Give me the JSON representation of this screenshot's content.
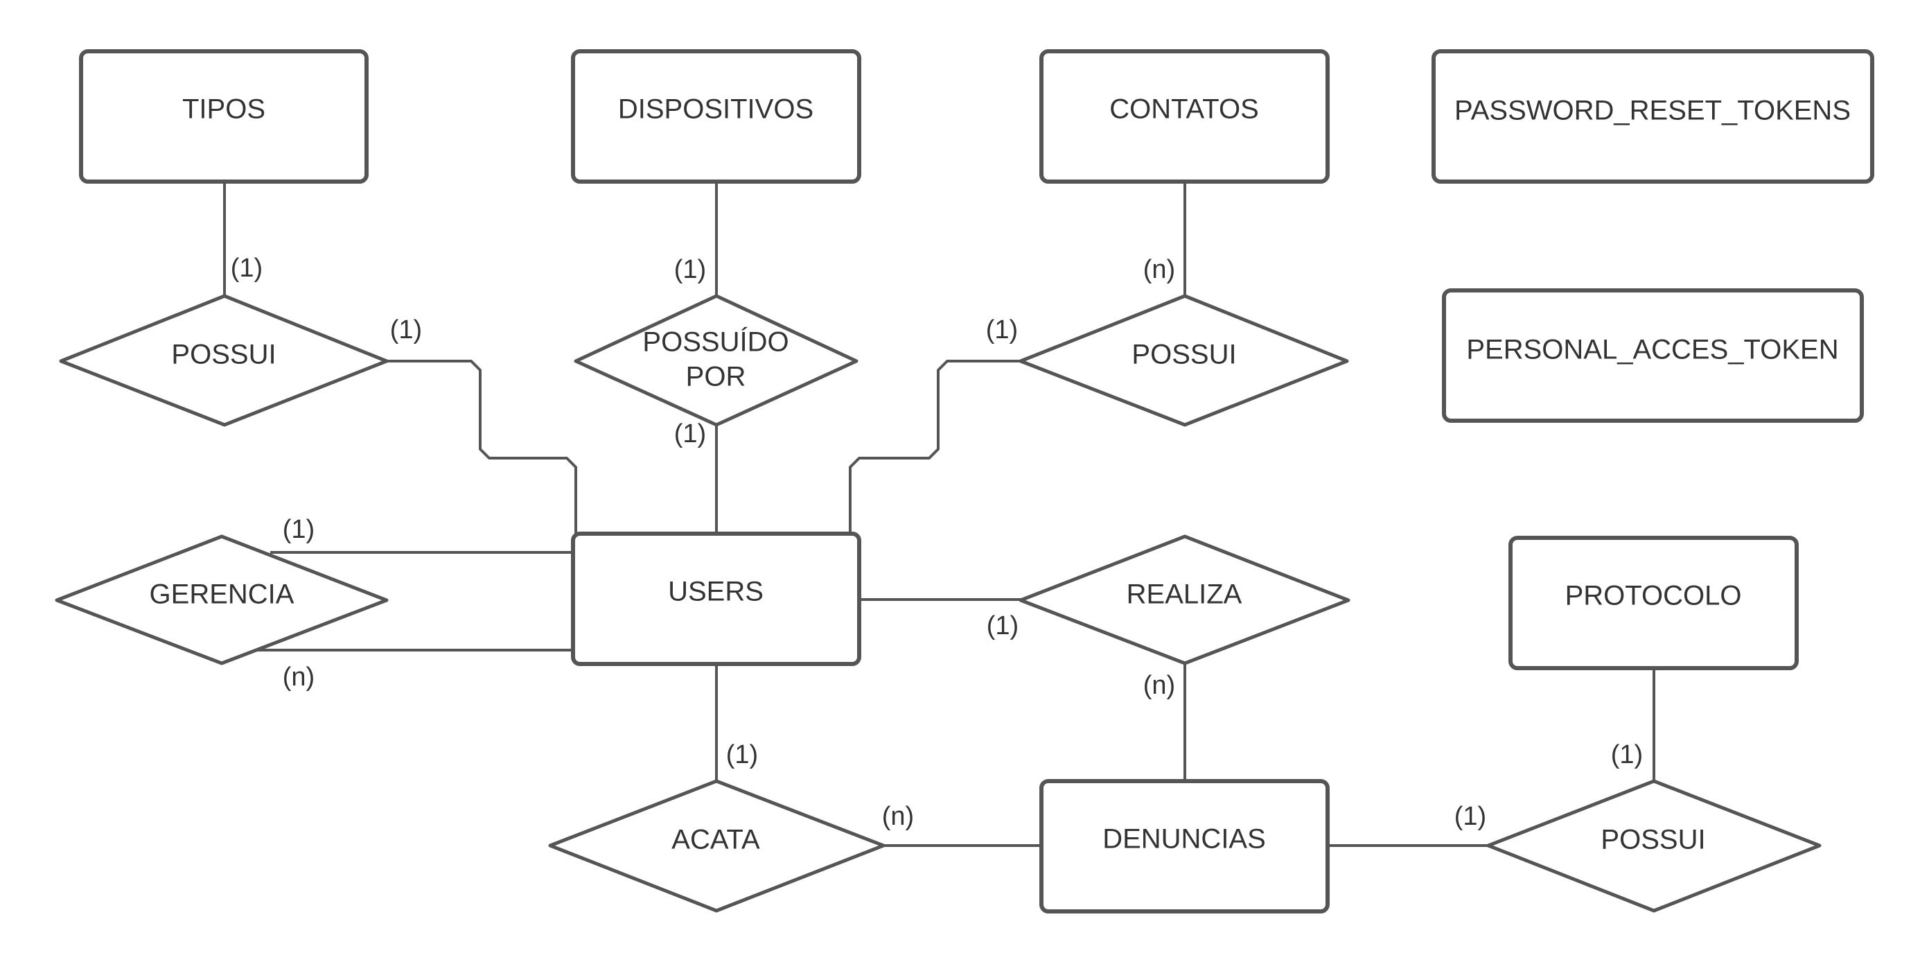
{
  "entities": {
    "tipos": "TIPOS",
    "dispositivos": "DISPOSITIVOS",
    "contatos": "CONTATOS",
    "password_reset_tokens": "PASSWORD_RESET_TOKENS",
    "personal_acces_token": "PERSONAL_ACCES_TOKEN",
    "users": "USERS",
    "protocolo": "PROTOCOLO",
    "denuncias": "DENUNCIAS"
  },
  "relationships": {
    "possui_tipos": "POSSUI",
    "possuido_por_line1": "POSSUÍDO",
    "possuido_por_line2": "POR",
    "possui_contatos": "POSSUI",
    "gerencia": "GERENCIA",
    "realiza": "REALIZA",
    "acata": "ACATA",
    "possui_protocolo": "POSSUI"
  },
  "cardinalities": {
    "tipos_possui": "(1)",
    "possui_users": "(1)",
    "dispositivos_possuido": "(1)",
    "possuido_users": "(1)",
    "contatos_possui": "(n)",
    "possui_contatos_users": "(1)",
    "gerencia_top": "(1)",
    "gerencia_bottom": "(n)",
    "users_realiza": "(1)",
    "realiza_denuncias": "(n)",
    "users_acata": "(1)",
    "acata_denuncias": "(n)",
    "protocolo_possui": "(1)",
    "denuncias_possui": "(1)"
  }
}
